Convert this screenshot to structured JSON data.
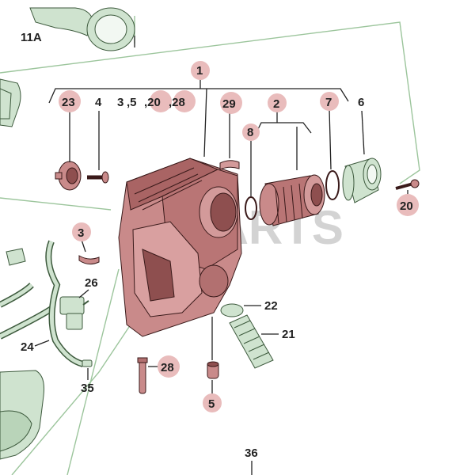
{
  "diagram": {
    "watermark": "PARTS",
    "colors": {
      "housing": "#c98a8a",
      "housing_dark": "#8e4f4f",
      "green_part": "#cfe3cf",
      "badge": "#e9bcbc",
      "dashed_line": "#9cc59c"
    },
    "callouts": {
      "c1": "1",
      "c2": "2",
      "c3": "3",
      "c4": "4",
      "c5": "5",
      "c6": "6",
      "c7": "7",
      "c8": "8",
      "c11a": "11A",
      "c20": "20",
      "c21": "21",
      "c22": "22",
      "c23": "23",
      "c24": "24",
      "c26": "26",
      "c28": "28",
      "c29": "29",
      "c35": "35",
      "c36": "36",
      "group_row_a": "3",
      "group_row_b": ",5",
      "group_row_c": ",20",
      "group_row_d": ",28"
    }
  }
}
